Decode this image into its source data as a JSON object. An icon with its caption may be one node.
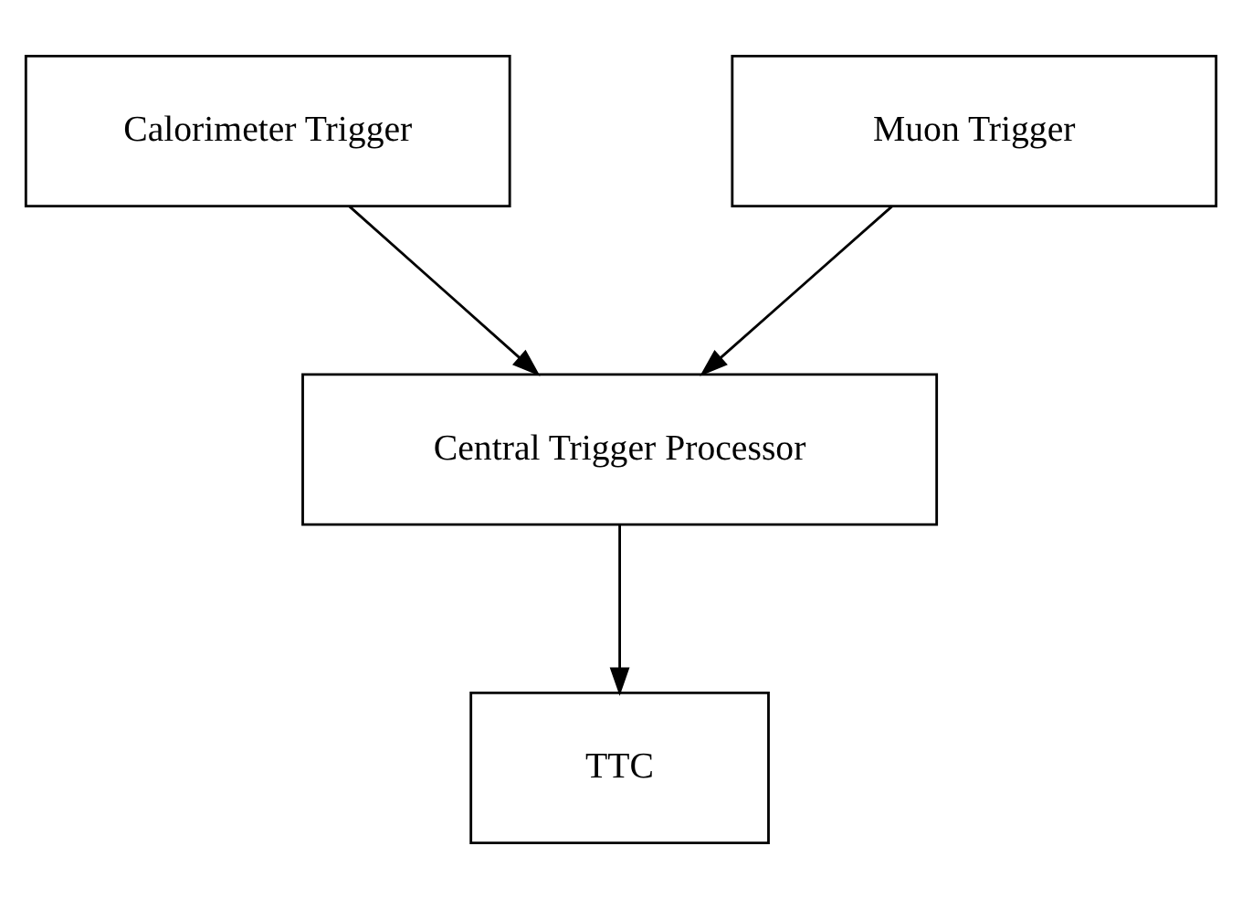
{
  "diagram": {
    "nodes": [
      {
        "text": [
          "Calorimeter Trigger"
        ]
      },
      {
        "text": [
          "Muon Trigger"
        ]
      },
      {
        "text": [
          "Central Trigger Processor"
        ]
      },
      {
        "text": [
          "TTC"
        ]
      }
    ],
    "edges": [
      {
        "from": 0,
        "to": 2,
        "arrow": "to"
      },
      {
        "from": 1,
        "to": 2,
        "arrow": "to"
      },
      {
        "from": 2,
        "to": 3,
        "arrow": "to"
      }
    ]
  }
}
